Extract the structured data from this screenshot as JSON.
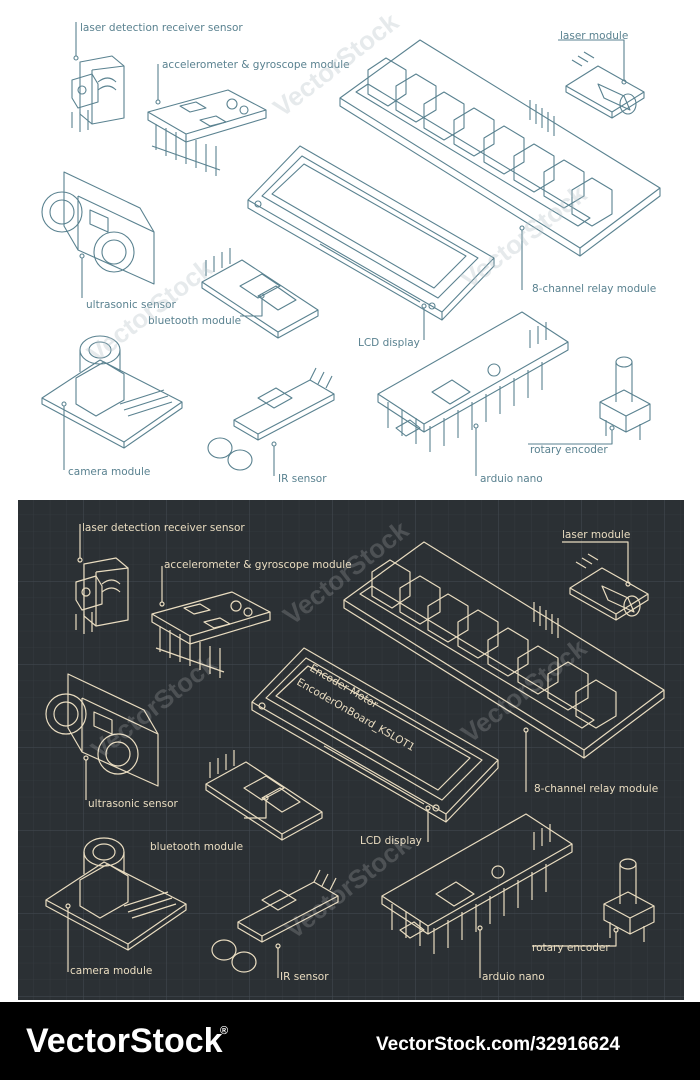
{
  "labels_light": [
    {
      "key": "laser_receiver",
      "text": "laser detection receiver sensor"
    },
    {
      "key": "accel_gyro",
      "text": "accelerometer & gyroscope module"
    },
    {
      "key": "laser_module",
      "text": "laser module"
    },
    {
      "key": "ultrasonic",
      "text": "ultrasonic sensor"
    },
    {
      "key": "bluetooth",
      "text": "bluetooth module"
    },
    {
      "key": "lcd",
      "text": "LCD display"
    },
    {
      "key": "relay",
      "text": "8-channel relay module"
    },
    {
      "key": "camera",
      "text": "camera module"
    },
    {
      "key": "ir",
      "text": "IR sensor"
    },
    {
      "key": "arduino",
      "text": "arduio nano"
    },
    {
      "key": "encoder",
      "text": "rotary encoder"
    }
  ],
  "labels_dark": [
    {
      "key": "laser_receiver",
      "text": "laser detection receiver sensor"
    },
    {
      "key": "accel_gyro",
      "text": "accelerometer & gyroscope module"
    },
    {
      "key": "laser_module",
      "text": "laser module"
    },
    {
      "key": "ultrasonic",
      "text": "ultrasonic sensor"
    },
    {
      "key": "bluetooth",
      "text": "bluetooth module"
    },
    {
      "key": "lcd",
      "text": "LCD display"
    },
    {
      "key": "relay",
      "text": "8-channel relay module"
    },
    {
      "key": "camera",
      "text": "camera module"
    },
    {
      "key": "ir",
      "text": "IR sensor"
    },
    {
      "key": "arduino",
      "text": "arduio nano"
    },
    {
      "key": "encoder",
      "text": "rotary encoder"
    }
  ],
  "lcd_screen_text": {
    "line1": "Encoder Motor",
    "line2": "EncoderOnBoard_KSLOT1"
  },
  "watermark": "VectorStock",
  "footer": {
    "brand": "VectorStock",
    "registered": "®",
    "url": "VectorStock.com/32916624"
  },
  "colors": {
    "line_light": "#5a8290",
    "line_dark": "#e9dcc0",
    "dark_bg": "#2b3034",
    "footer_bg": "#000000"
  }
}
